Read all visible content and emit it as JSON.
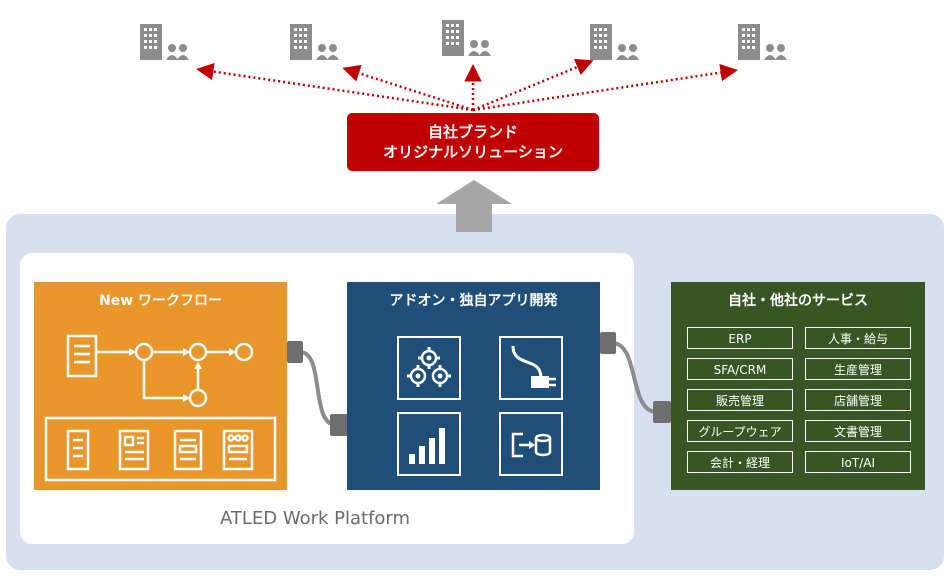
{
  "brand": {
    "line1": "自社ブランド",
    "line2": "オリジナルソリューション"
  },
  "platform": {
    "label": "ATLED Work Platform"
  },
  "workflow": {
    "title": "New ワークフロー"
  },
  "addon": {
    "title": "アドオン・独自アプリ開発"
  },
  "services": {
    "title": "自社・他社のサービス",
    "items": [
      "ERP",
      "人事・給与",
      "SFA/CRM",
      "生産管理",
      "販売管理",
      "店舗管理",
      "グループウェア",
      "文書管理",
      "会計・経理",
      "IoT/AI"
    ]
  },
  "colors": {
    "red": "#c00000",
    "orange": "#e8962a",
    "navy": "#1f4e79",
    "green": "#375623",
    "platform_bg": "#d6e0f0",
    "icon_gray": "#8c8c8c"
  }
}
